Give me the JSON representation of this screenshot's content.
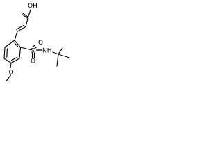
{
  "molecule": {
    "labels": {
      "carboxylic_acid": "OH",
      "methoxy": "O",
      "sulfonyl": "S",
      "sulfonyl_oxygen_top": "O",
      "sulfonyl_oxygen_bottom": "O",
      "amide_nh": "NH"
    },
    "colors": {
      "bond": "#000000",
      "text": "#000000",
      "background": "#ffffff"
    }
  }
}
